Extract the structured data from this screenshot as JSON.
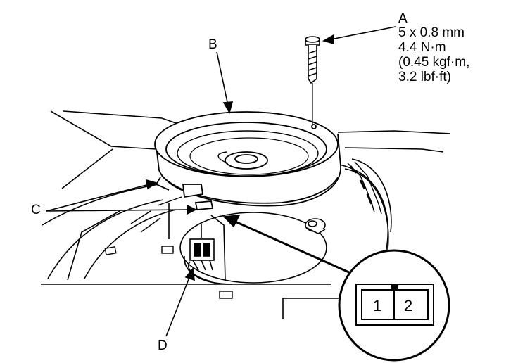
{
  "callouts": {
    "a": "A",
    "b": "B",
    "c": "C",
    "d": "D"
  },
  "bolt_spec": {
    "size": "5 x 0.8 mm",
    "torque_nm": "4.4 N·m",
    "torque_kgf": "(0.45 kgf·m,",
    "torque_lbf": "3.2 lbf·ft)"
  },
  "connector": {
    "pin1": "1",
    "pin2": "2"
  }
}
